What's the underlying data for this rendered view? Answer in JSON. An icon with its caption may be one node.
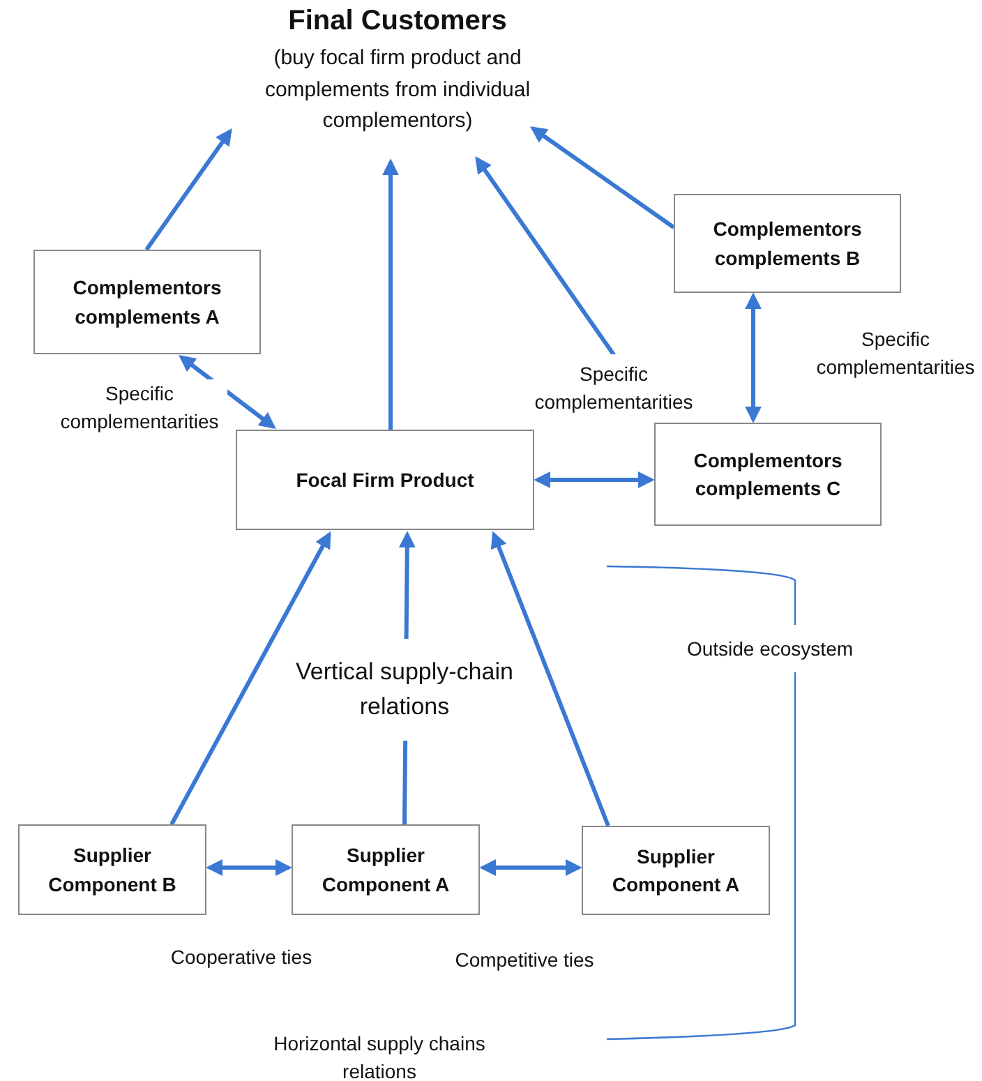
{
  "diagram": {
    "nodes": [
      {
        "text": [
          "Final Customers",
          "(buy focal firm product and complements from individual complementors)"
        ]
      },
      {
        "text": [
          "Complementors complements A"
        ]
      },
      {
        "text": [
          "Complementors complements B"
        ]
      },
      {
        "text": [
          "Focal Firm Product"
        ]
      },
      {
        "text": [
          "Complementors complements C"
        ]
      },
      {
        "text": [
          "Supplier Component B"
        ]
      },
      {
        "text": [
          "Supplier Component A"
        ]
      },
      {
        "text": [
          "Supplier Component A"
        ]
      }
    ],
    "edges": [
      {
        "from": 1,
        "to": 0,
        "arrow": "to"
      },
      {
        "from": 3,
        "to": 0,
        "arrow": "to"
      },
      {
        "from": 4,
        "to": 0,
        "arrow": "to"
      },
      {
        "from": 2,
        "to": 0,
        "arrow": "to"
      },
      {
        "from": 1,
        "to": 3,
        "arrow": "both"
      },
      {
        "from": 2,
        "to": 4,
        "arrow": "both"
      },
      {
        "from": 3,
        "to": 4,
        "arrow": "both"
      },
      {
        "from": 5,
        "to": 3,
        "arrow": "to"
      },
      {
        "from": 6,
        "to": 3,
        "arrow": "to"
      },
      {
        "from": 7,
        "to": 3,
        "arrow": "to"
      },
      {
        "from": 5,
        "to": 6,
        "arrow": "both"
      },
      {
        "from": 6,
        "to": 7,
        "arrow": "both"
      }
    ],
    "labels": [
      "Specific complementarities",
      "Specific complementarities",
      "Specific complementarities",
      "Vertical supply-chain relations",
      "Outside ecosystem",
      "Cooperative ties",
      "Competitive ties",
      "Horizontal supply chains relations"
    ]
  }
}
